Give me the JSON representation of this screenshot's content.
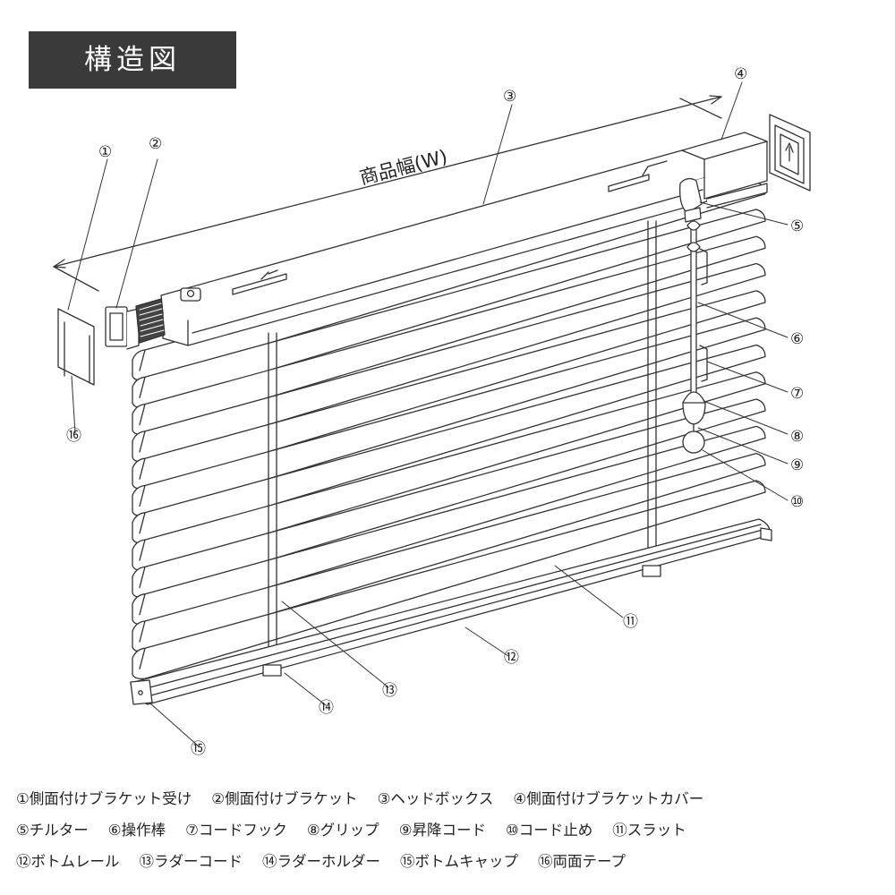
{
  "title": "構造図",
  "dimension_label": "商品幅(W)",
  "callouts": [
    "①",
    "②",
    "③",
    "④",
    "⑤",
    "⑥",
    "⑦",
    "⑧",
    "⑨",
    "⑩",
    "⑪",
    "⑫",
    "⑬",
    "⑭",
    "⑮",
    "⑯"
  ],
  "legend": {
    "line1": [
      "①側面付けブラケット受け",
      "②側面付けブラケット",
      "③ヘッドボックス",
      "④側面付けブラケットカバー"
    ],
    "line2": [
      "⑤チルター",
      "⑥操作棒",
      "⑦コードフック",
      "⑧グリップ",
      "⑨昇降コード",
      "⑩コード止め",
      "⑪スラット"
    ],
    "line3": [
      "⑫ボトムレール",
      "⑬ラダーコード",
      "⑭ラダーホルダー",
      "⑮ボトムキャップ",
      "⑯両面テープ"
    ]
  },
  "colors": {
    "title_background": "#3a3a3a",
    "title_text": "#ffffff",
    "line": "#333333"
  },
  "icons": [
    "up-arrow-icon"
  ]
}
